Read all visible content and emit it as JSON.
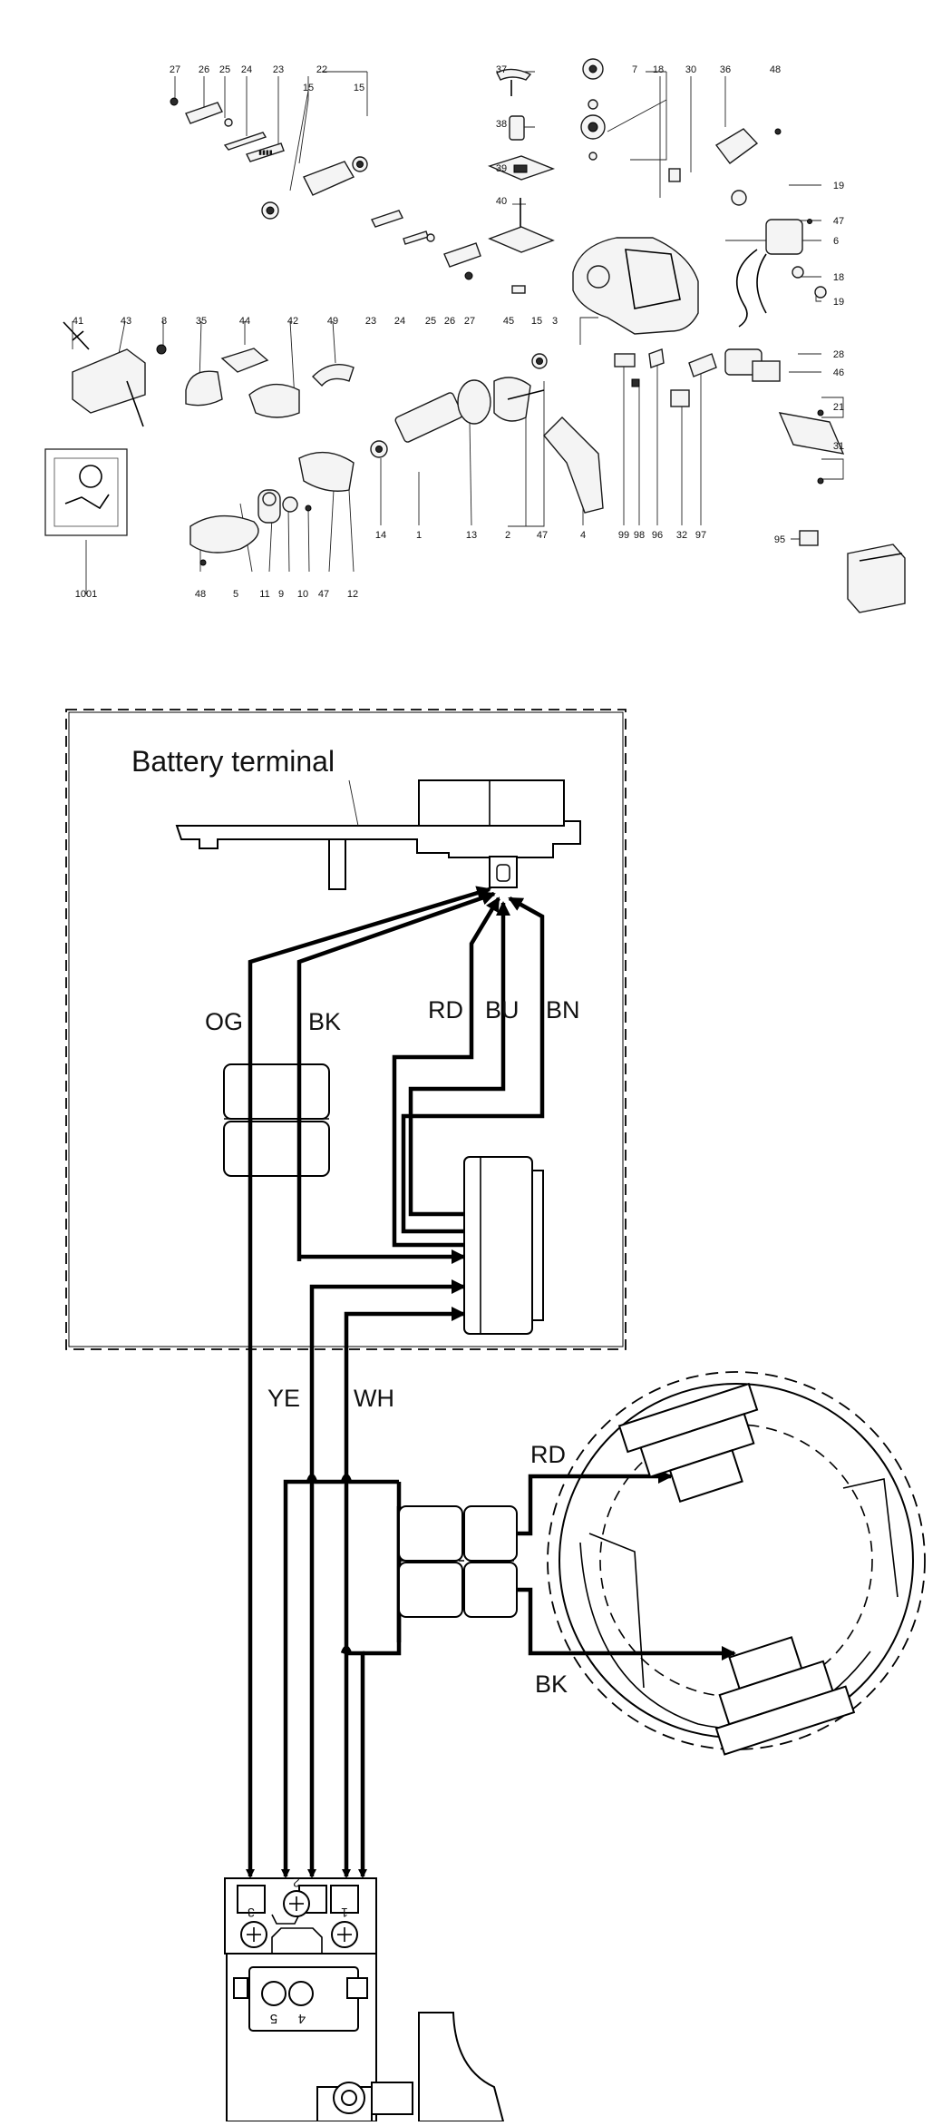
{
  "exploded_view": {
    "part_numbers": [
      {
        "id": "p27a",
        "n": "27"
      },
      {
        "id": "p26a",
        "n": "26"
      },
      {
        "id": "p25a",
        "n": "25"
      },
      {
        "id": "p24a",
        "n": "24"
      },
      {
        "id": "p23a",
        "n": "23"
      },
      {
        "id": "p22",
        "n": "22"
      },
      {
        "id": "p15a",
        "n": "15"
      },
      {
        "id": "p15b",
        "n": "15"
      },
      {
        "id": "p37",
        "n": "37"
      },
      {
        "id": "p38",
        "n": "38"
      },
      {
        "id": "p39",
        "n": "39"
      },
      {
        "id": "p40",
        "n": "40"
      },
      {
        "id": "p7",
        "n": "7"
      },
      {
        "id": "p18a",
        "n": "18"
      },
      {
        "id": "p30",
        "n": "30"
      },
      {
        "id": "p36",
        "n": "36"
      },
      {
        "id": "p48a",
        "n": "48"
      },
      {
        "id": "p19a",
        "n": "19"
      },
      {
        "id": "p47a",
        "n": "47"
      },
      {
        "id": "p6",
        "n": "6"
      },
      {
        "id": "p18b",
        "n": "18"
      },
      {
        "id": "p19b",
        "n": "19"
      },
      {
        "id": "p23b",
        "n": "23"
      },
      {
        "id": "p24b",
        "n": "24"
      },
      {
        "id": "p25b",
        "n": "25"
      },
      {
        "id": "p26b",
        "n": "26"
      },
      {
        "id": "p27b",
        "n": "27"
      },
      {
        "id": "p45",
        "n": "45"
      },
      {
        "id": "p15c",
        "n": "15"
      },
      {
        "id": "p3",
        "n": "3"
      },
      {
        "id": "p41",
        "n": "41"
      },
      {
        "id": "p43",
        "n": "43"
      },
      {
        "id": "p8",
        "n": "8"
      },
      {
        "id": "p35",
        "n": "35"
      },
      {
        "id": "p44",
        "n": "44"
      },
      {
        "id": "p42",
        "n": "42"
      },
      {
        "id": "p49",
        "n": "49"
      },
      {
        "id": "p28",
        "n": "28"
      },
      {
        "id": "p46",
        "n": "46"
      },
      {
        "id": "p21",
        "n": "21"
      },
      {
        "id": "p31",
        "n": "31"
      },
      {
        "id": "p1001",
        "n": "1001"
      },
      {
        "id": "p48b",
        "n": "48"
      },
      {
        "id": "p5",
        "n": "5"
      },
      {
        "id": "p11",
        "n": "11"
      },
      {
        "id": "p9",
        "n": "9"
      },
      {
        "id": "p10",
        "n": "10"
      },
      {
        "id": "p47b",
        "n": "47"
      },
      {
        "id": "p12",
        "n": "12"
      },
      {
        "id": "p14",
        "n": "14"
      },
      {
        "id": "p1",
        "n": "1"
      },
      {
        "id": "p13",
        "n": "13"
      },
      {
        "id": "p2",
        "n": "2"
      },
      {
        "id": "p47c",
        "n": "47"
      },
      {
        "id": "p4",
        "n": "4"
      },
      {
        "id": "p99",
        "n": "99"
      },
      {
        "id": "p98",
        "n": "98"
      },
      {
        "id": "p96",
        "n": "96"
      },
      {
        "id": "p32",
        "n": "32"
      },
      {
        "id": "p97",
        "n": "97"
      },
      {
        "id": "p95",
        "n": "95"
      }
    ]
  },
  "wiring": {
    "battery_terminal_label": "Battery terminal",
    "wire_labels": {
      "og": "OG",
      "bk": "BK",
      "rd": "RD",
      "bu": "BU",
      "bn": "BN",
      "ye": "YE",
      "wh": "WH",
      "rd_motor": "RD",
      "bk_motor": "BK"
    },
    "switch_terminals": {
      "t3": "3",
      "t2": "2",
      "t1": "1",
      "t5": "5",
      "t4": "4"
    }
  },
  "colors": {
    "line": "#000000",
    "background": "#ffffff"
  }
}
